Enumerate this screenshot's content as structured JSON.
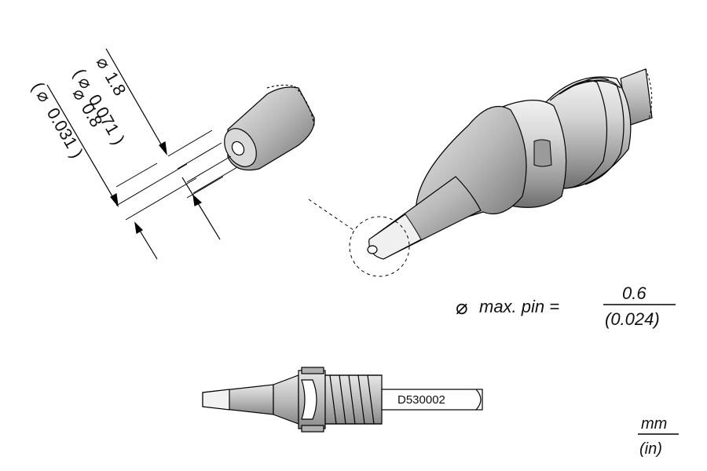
{
  "dimensions": {
    "outer_mm": "1.8",
    "outer_in": "0.071",
    "inner_mm": "0.8",
    "inner_in": "0.031",
    "diameter_symbol": "⌀"
  },
  "max_pin": {
    "label": "max. pin =",
    "value_mm": "0.6",
    "value_in": "(0.024)"
  },
  "part_number": "D530002",
  "units": {
    "primary": "mm",
    "secondary": "(in)"
  },
  "colors": {
    "body": "#c8c8c8",
    "body_dark": "#7a7a7a",
    "outline": "#000000"
  }
}
